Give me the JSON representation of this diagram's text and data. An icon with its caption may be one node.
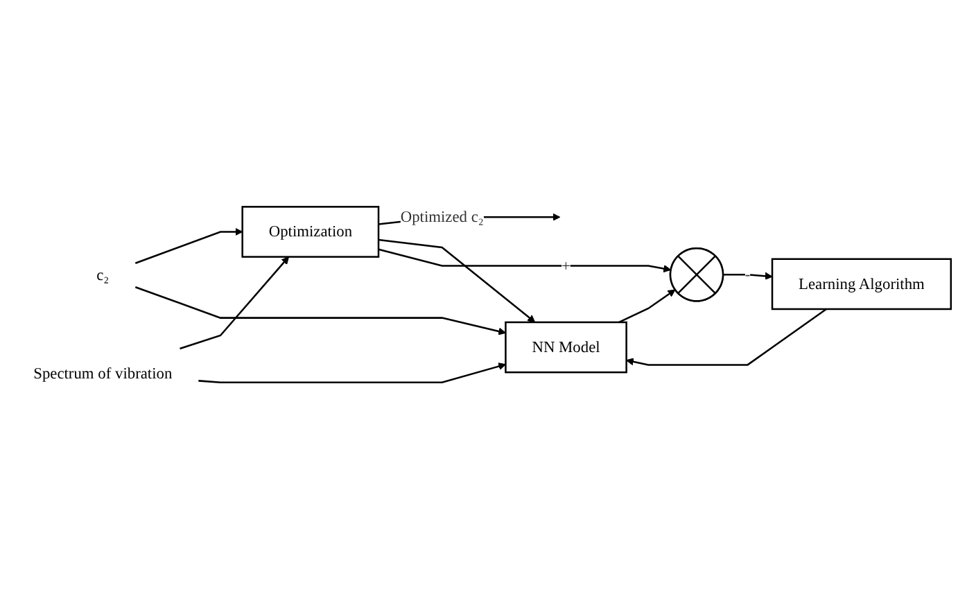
{
  "diagram": {
    "nodes": [
      {
        "text": [
          "c₂"
        ]
      },
      {
        "text": [
          "Spectrum of vibration"
        ]
      },
      {
        "text": [
          "Optimization"
        ]
      },
      {
        "text": [
          "NN Model"
        ]
      },
      {
        "text": [],
        "shape": "circle"
      },
      {
        "text": [
          "Learning Algorithm"
        ]
      }
    ],
    "edges": [
      {
        "from": 0,
        "to": 2,
        "arrow": "to"
      },
      {
        "from": 1,
        "to": 2,
        "arrow": "to"
      },
      {
        "from": 0,
        "to": 3,
        "arrow": "to"
      },
      {
        "from": 1,
        "to": 3,
        "arrow": "to"
      },
      {
        "from": 2,
        "to": null,
        "arrow": "to",
        "label": "Optimized c₂"
      },
      {
        "from": 2,
        "to": 3,
        "arrow": "to"
      },
      {
        "from": 2,
        "to": 4,
        "arrow": "to",
        "label": "+"
      },
      {
        "from": 3,
        "to": 4,
        "arrow": "to"
      },
      {
        "from": 4,
        "to": 5,
        "arrow": "to",
        "label": "-"
      },
      {
        "from": 5,
        "to": 3,
        "arrow": "to"
      }
    ]
  }
}
